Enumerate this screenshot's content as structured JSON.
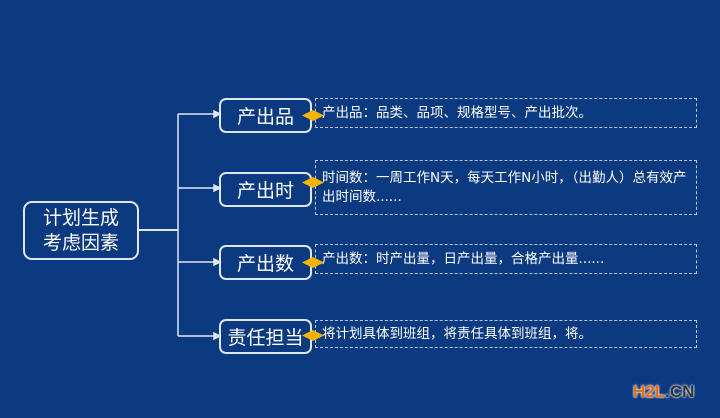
{
  "root": {
    "line1": "计划生成",
    "line2": "考虑因素"
  },
  "branches": [
    {
      "label": "产出品",
      "desc": "产出品：品类、品项、规格型号、产出批次。"
    },
    {
      "label": "产出时",
      "desc": "时间数：一周工作N天，每天工作N小时，（出勤人）总有效产出时间数......"
    },
    {
      "label": "产出数",
      "desc": "产出数：时产出量，日产出量，合格产出量......"
    },
    {
      "label": "责任担当",
      "desc": "将计划具体到班组，将责任具体到班组，将。"
    }
  ],
  "watermark": {
    "part1": "H2L",
    "part2": ".CN"
  },
  "colors": {
    "background": "#0b3a80",
    "diamond": "#f5b400",
    "line": "#dfe6f2"
  }
}
